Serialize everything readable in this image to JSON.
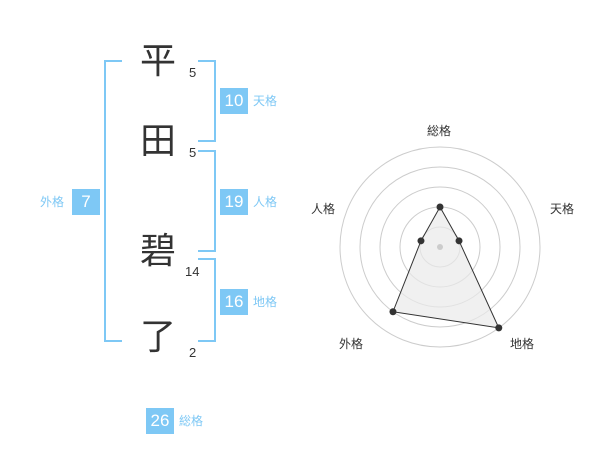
{
  "name": {
    "chars": [
      {
        "char": "平",
        "strokes": "5"
      },
      {
        "char": "田",
        "strokes": "5"
      },
      {
        "char": "碧",
        "strokes": "14"
      },
      {
        "char": "了",
        "strokes": "2"
      }
    ]
  },
  "fortune": {
    "tenkaku": {
      "value": "10",
      "label": "天格"
    },
    "jinkaku": {
      "value": "19",
      "label": "人格"
    },
    "chikaku": {
      "value": "16",
      "label": "地格"
    },
    "gaikaku": {
      "value": "7",
      "label": "外格"
    },
    "soukaku": {
      "value": "26",
      "label": "総格"
    }
  },
  "chart_data": {
    "type": "radar",
    "axes": [
      "総格",
      "天格",
      "地格",
      "外格",
      "人格"
    ],
    "values": [
      2,
      1,
      5,
      4,
      1
    ],
    "max": 5,
    "rings": 5,
    "colors": {
      "ring": "#cccccc",
      "fill": "#e9e9e9",
      "line": "#333333",
      "center": "#cccccc"
    }
  }
}
